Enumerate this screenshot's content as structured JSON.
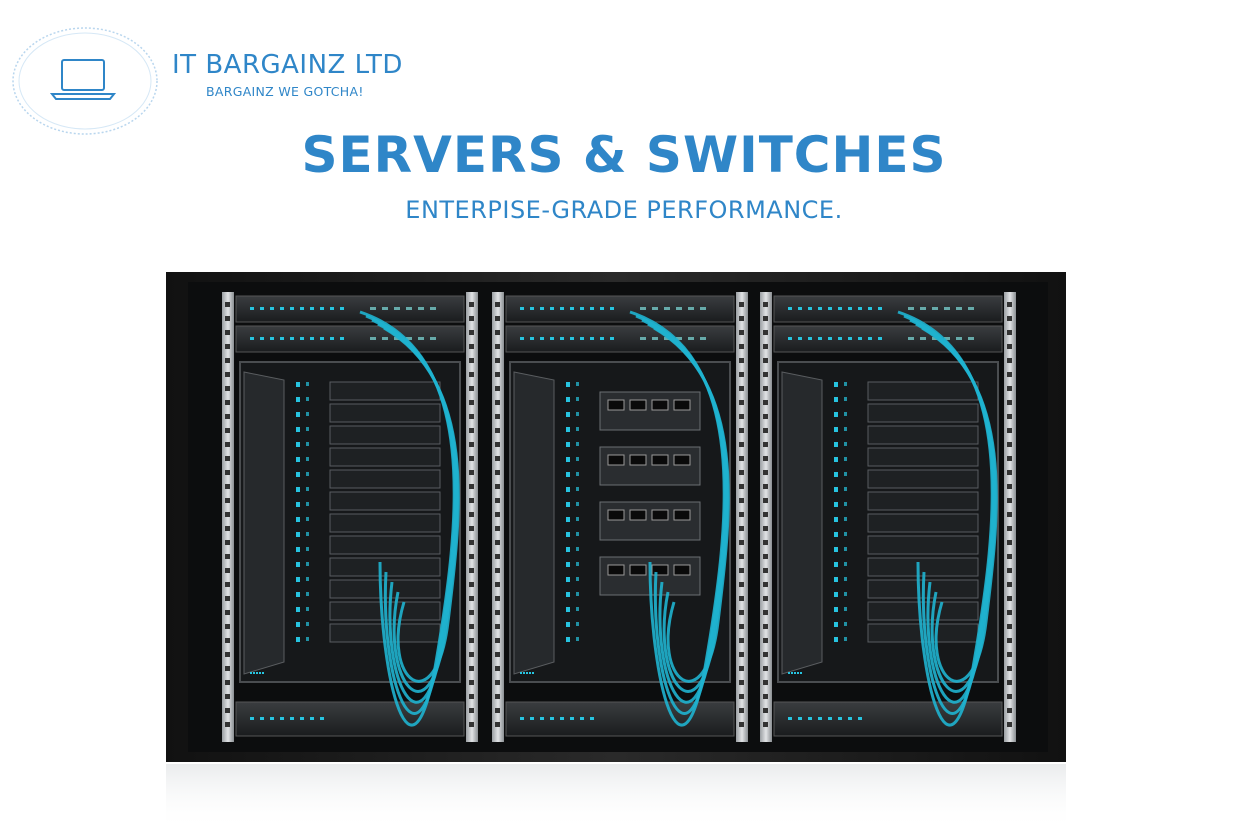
{
  "brand": {
    "name": "IT BARGAINZ LTD",
    "tagline": "BARGAINZ WE GOTCHA!",
    "icon": "laptop-icon",
    "color": "#2f86c8"
  },
  "hero": {
    "headline": "SERVERS & SWITCHES",
    "subheadline": "ENTERPISE-GRADE PERFORMANCE."
  },
  "image": {
    "subject": "server-rack",
    "cable_color": "#1fb3cf",
    "led_color": "#27c4e0"
  }
}
